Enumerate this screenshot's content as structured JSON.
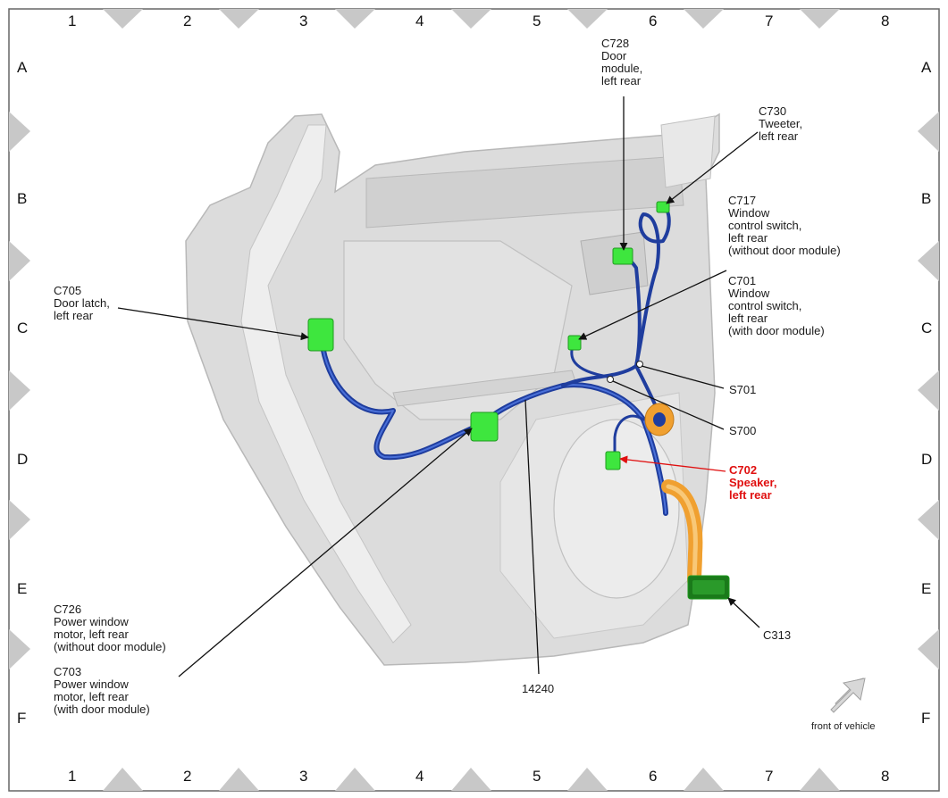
{
  "grid": {
    "columns": [
      "1",
      "2",
      "3",
      "4",
      "5",
      "6",
      "7",
      "8"
    ],
    "rows": [
      "A",
      "B",
      "C",
      "D",
      "E",
      "F"
    ]
  },
  "labels": {
    "c728": "C728\nDoor\nmodule,\nleft rear",
    "c730": "C730\nTweeter,\nleft rear",
    "c717": "C717\nWindow\ncontrol switch,\nleft rear\n(without door module)",
    "c701": "C701\nWindow\ncontrol switch,\nleft rear\n(with door module)",
    "c705": "C705\nDoor latch,\nleft rear",
    "s701": "S701",
    "s700": "S700",
    "c702": "C702\nSpeaker,\nleft rear",
    "c313": "C313",
    "c726": "C726\nPower window\nmotor, left rear\n(without door module)",
    "c703": "C703\nPower window\nmotor, left rear\n(with door module)",
    "harness": "14240"
  },
  "front_of_vehicle": "front of vehicle",
  "colors": {
    "connector": "#3ee63e",
    "harness": "#1f3d9e",
    "grommet": "#f0a030",
    "highlight": "#e01010",
    "door": "#d8d8d8"
  }
}
